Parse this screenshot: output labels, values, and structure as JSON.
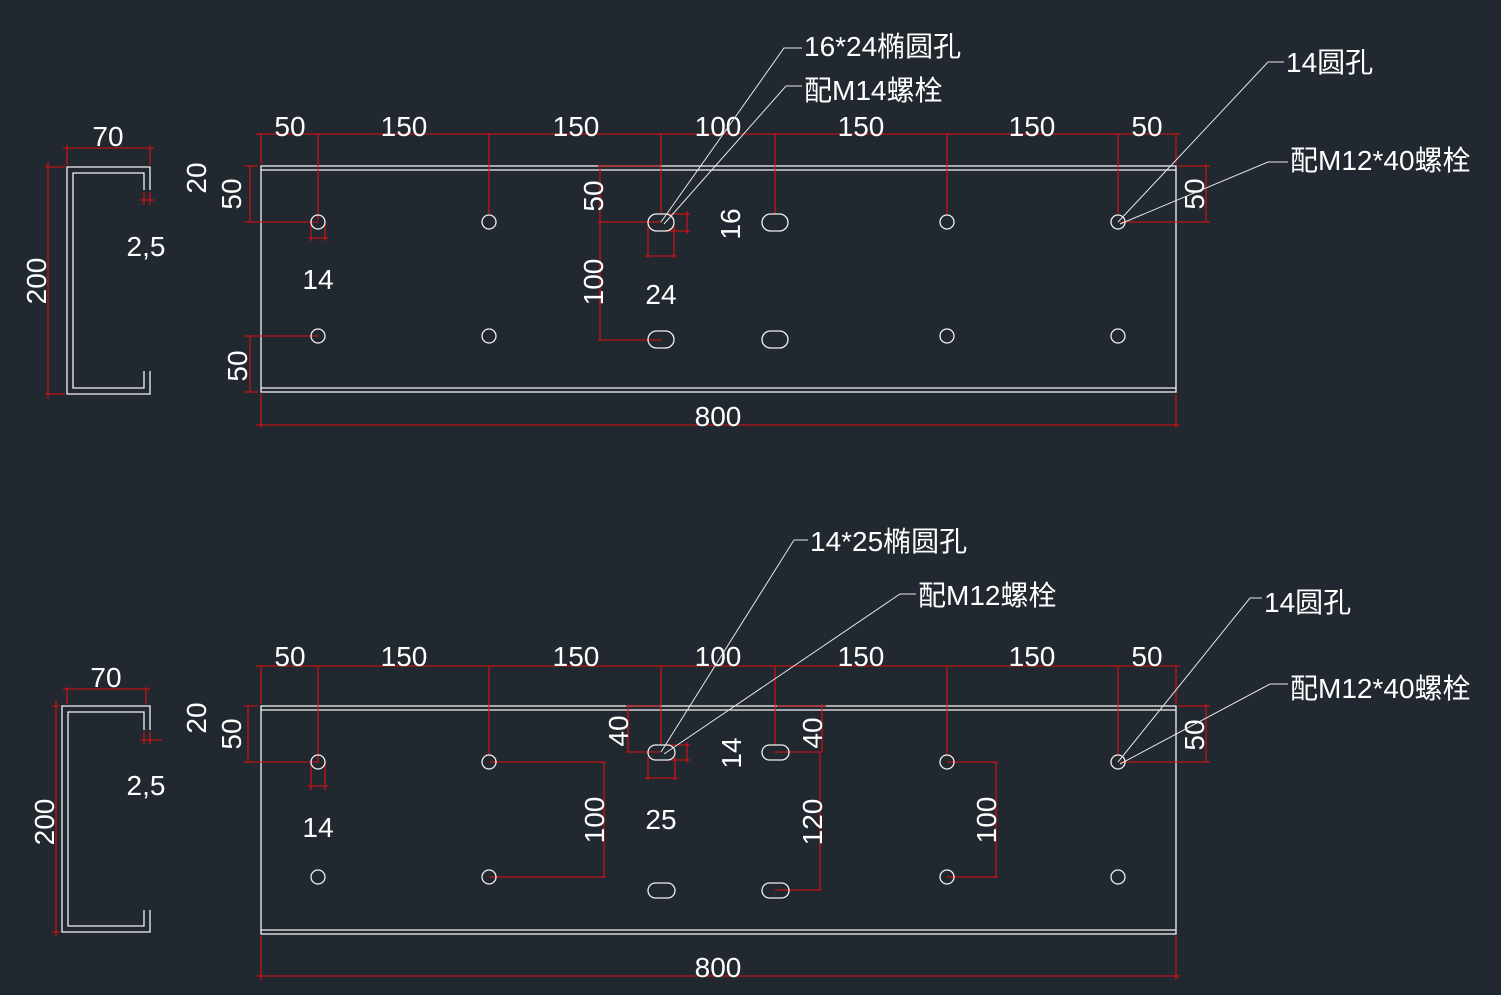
{
  "colors": {
    "background": "#212830",
    "outline": "#f2f2f2",
    "dimension": "#e01010",
    "text": "#ffffff"
  },
  "drawing_top": {
    "section": {
      "flange": "70",
      "web": "200",
      "lip": "20",
      "thickness": "2,5"
    },
    "top_dims": [
      "50",
      "150",
      "150",
      "100",
      "150",
      "150",
      "50"
    ],
    "total_length": "800",
    "left_edge_dims": {
      "upper": "50",
      "lower": "50"
    },
    "right_edge_dim": "50",
    "round_hole_dia": "14",
    "slot_dims": {
      "height_offset": "50",
      "spacing": "100",
      "width": "24",
      "height": "16"
    },
    "callouts": {
      "slot": "16*24椭圆孔",
      "slot_bolt": "配M14螺栓",
      "round": "14圆孔",
      "round_bolt": "配M12*40螺栓"
    }
  },
  "drawing_bottom": {
    "section": {
      "flange": "70",
      "web": "200",
      "lip": "20",
      "thickness": "2,5"
    },
    "top_dims": [
      "50",
      "150",
      "150",
      "100",
      "150",
      "150",
      "50"
    ],
    "total_length": "800",
    "left_edge_dim": "50",
    "right_edge_dim": "50",
    "round_hole_dia": "14",
    "slot_dims": {
      "offset_left": "40",
      "offset_right": "40",
      "width": "25",
      "height": "14"
    },
    "spacing_dims": {
      "left": "100",
      "middle": "120",
      "right": "100"
    },
    "callouts": {
      "slot": "14*25椭圆孔",
      "slot_bolt": "配M12螺栓",
      "round": "14圆孔",
      "round_bolt": "配M12*40螺栓"
    }
  }
}
